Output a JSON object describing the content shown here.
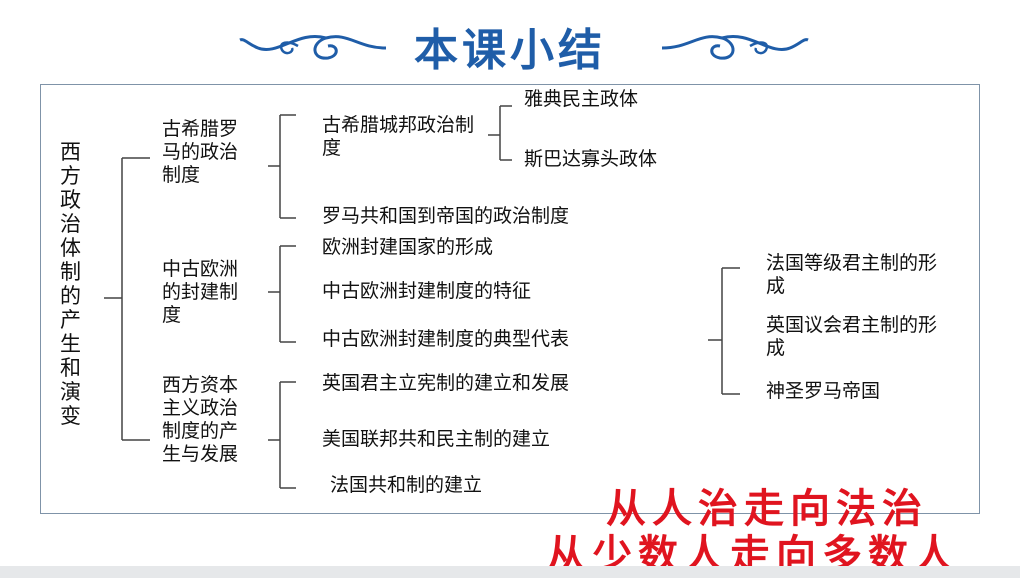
{
  "title": "本课小结",
  "root": "西方政治体制的产生和演变",
  "l1": [
    "古希腊罗马的政治制度",
    "中古欧洲的封建制度",
    "西方资本主义政治制度的产生与发展"
  ],
  "greece": {
    "city_state": "古希腊城邦政治制度",
    "athens": "雅典民主政体",
    "sparta": "斯巴达寡头政体",
    "rome": "罗马共和国到帝国的政治制度"
  },
  "medieval": {
    "formation": "欧洲封建国家的形成",
    "features": "中古欧洲封建制度的特征",
    "typical": "中古欧洲封建制度的典型代表",
    "france": "法国等级君主制的形成",
    "england": "英国议会君主制的形成",
    "hre": "神圣罗马帝国"
  },
  "capitalist": {
    "uk": "英国君主立宪制的建立和发展",
    "us": "美国联邦共和民主制的建立",
    "fr": "法国共和制的建立"
  },
  "slogan": [
    "从人治走向法治",
    "从少数人走向多数人"
  ]
}
